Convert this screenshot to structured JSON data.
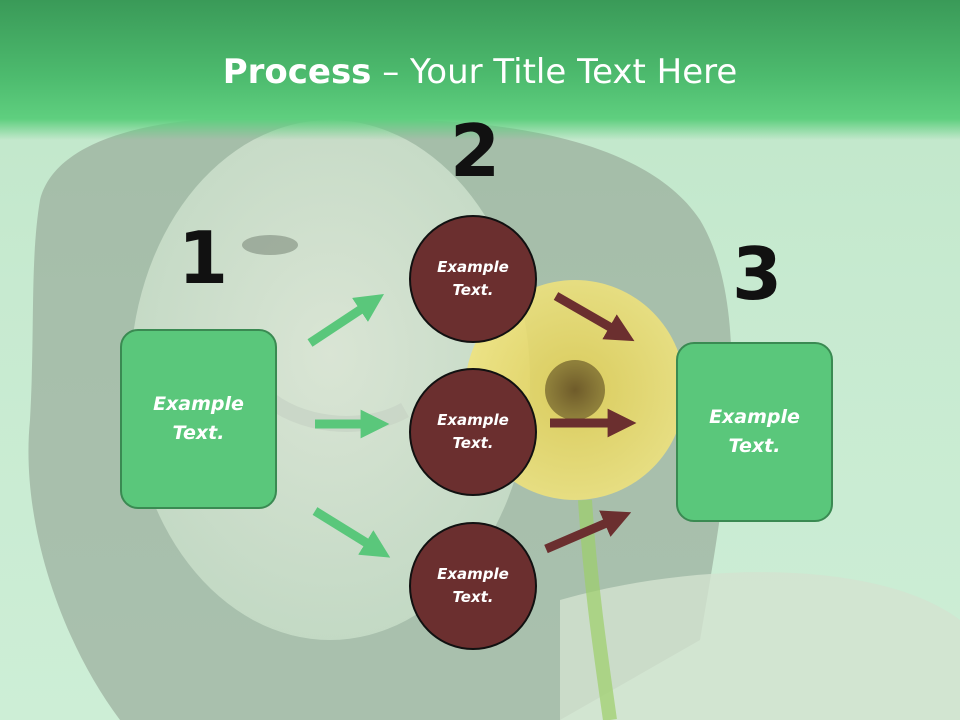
{
  "title": {
    "bold": "Process",
    "rest": " – Your Title Text Here"
  },
  "steps": {
    "one": {
      "number": "1",
      "text": "Example\nText."
    },
    "two": {
      "number": "2",
      "circles": [
        {
          "text": "Example\nText."
        },
        {
          "text": "Example\nText."
        },
        {
          "text": "Example\nText."
        }
      ]
    },
    "three": {
      "number": "3",
      "text": "Example\nText."
    }
  },
  "colors": {
    "green_box": "#5ac77b",
    "green_arrow": "#5ac77b",
    "maroon_circle": "#6b2f2f",
    "maroon_arrow": "#6b2f2f",
    "header": "#4dbb6e"
  }
}
